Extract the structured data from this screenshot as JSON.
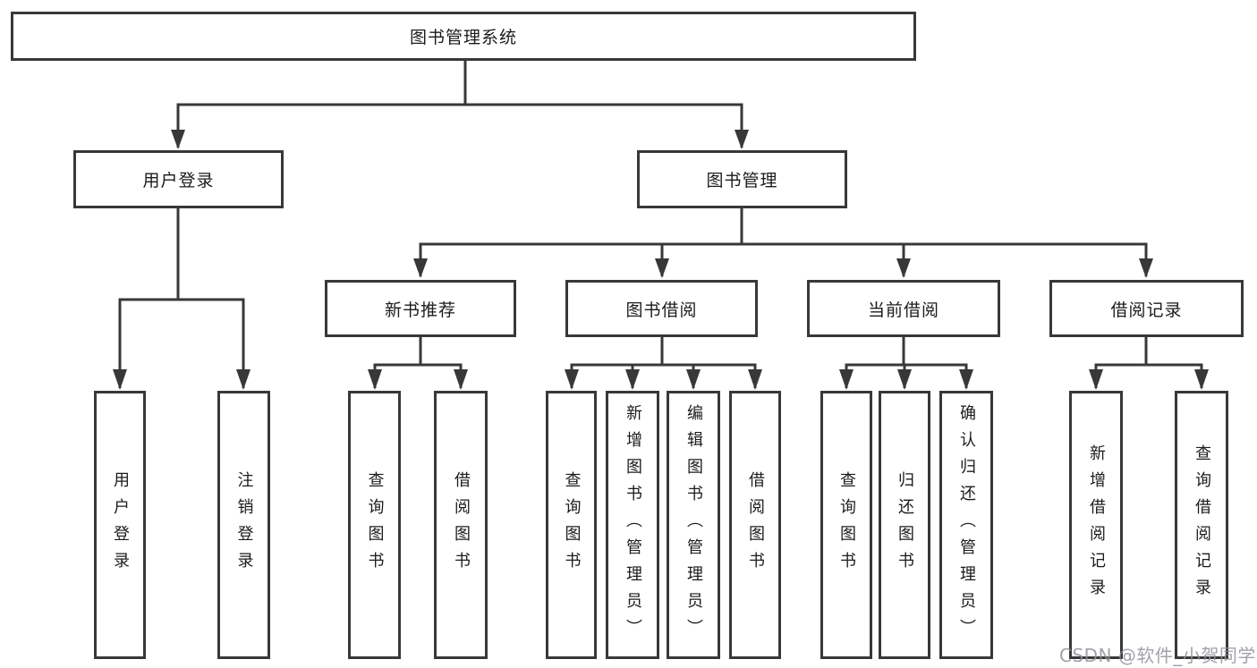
{
  "diagram": {
    "root": "图书管理系统",
    "level2": [
      {
        "label": "用户登录",
        "children": [
          "用户登录",
          "注销登录"
        ]
      },
      {
        "label": "图书管理"
      }
    ],
    "level3": [
      {
        "label": "新书推荐",
        "children": [
          "查询图书",
          "借阅图书"
        ]
      },
      {
        "label": "图书借阅",
        "children": [
          "查询图书",
          "新增图书（管理员）",
          "编辑图书（管理员）",
          "借阅图书"
        ]
      },
      {
        "label": "当前借阅",
        "children": [
          "查询图书",
          "归还图书",
          "确认归还（管理员）"
        ]
      },
      {
        "label": "借阅记录",
        "children": [
          "新增借阅记录",
          "查询借阅记录"
        ]
      }
    ]
  },
  "watermark": "CSDN @软件_小贺同学",
  "colors": {
    "line": "#383838",
    "box_border": "#383838",
    "box_fill": "#ffffff",
    "text": "#1b1b1b",
    "watermark": "#909299",
    "background": "#ffffff"
  }
}
